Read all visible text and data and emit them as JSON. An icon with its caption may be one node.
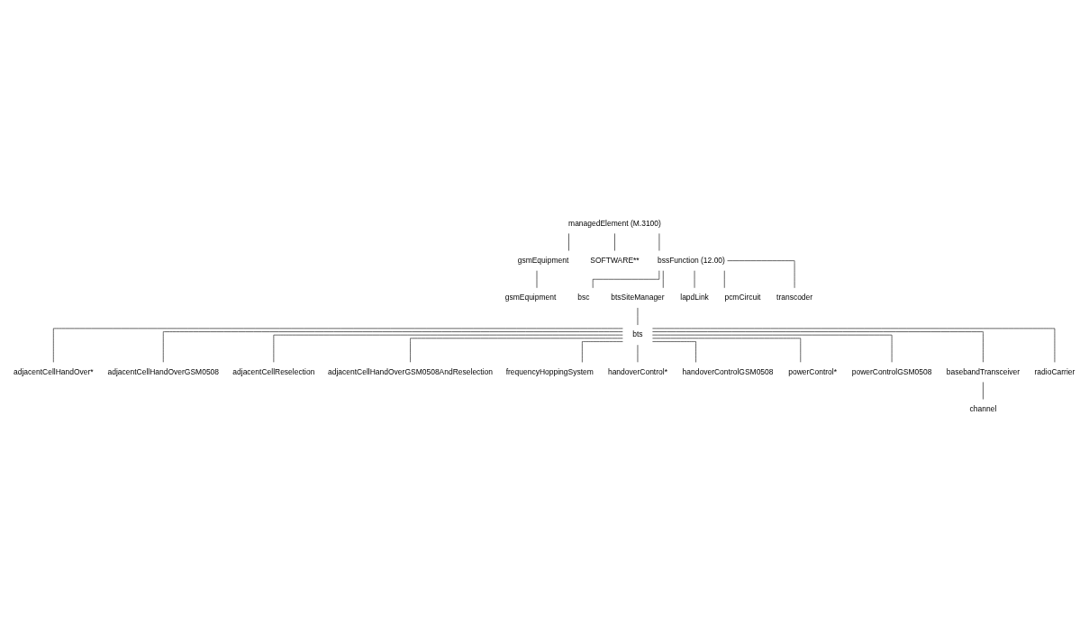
{
  "diagram": {
    "nodes": [
      {
        "text": [
          "managedElement (M.3100)"
        ]
      },
      {
        "text": [
          "gsmEquipment"
        ]
      },
      {
        "text": [
          "SOFTWARE**"
        ]
      },
      {
        "text": [
          "bssFunction (12.00)"
        ]
      },
      {
        "text": [
          "gsmEquipment"
        ]
      },
      {
        "text": [
          "bsc"
        ]
      },
      {
        "text": [
          "btsSiteManager"
        ]
      },
      {
        "text": [
          "lapdLink"
        ]
      },
      {
        "text": [
          "pcmCircuit"
        ]
      },
      {
        "text": [
          "transcoder"
        ]
      },
      {
        "text": [
          "bts"
        ]
      },
      {
        "text": [
          "adjacentCellHandOver*"
        ]
      },
      {
        "text": [
          "adjacentCellHandOverGSM0508"
        ]
      },
      {
        "text": [
          "adjacentCellReselection"
        ]
      },
      {
        "text": [
          "adjacentCellHandOverGSM0508AndReselection"
        ]
      },
      {
        "text": [
          "frequencyHoppingSystem"
        ]
      },
      {
        "text": [
          "handoverControl*"
        ]
      },
      {
        "text": [
          "handoverControlGSM0508"
        ]
      },
      {
        "text": [
          "powerControl*"
        ]
      },
      {
        "text": [
          "powerControlGSM0508"
        ]
      },
      {
        "text": [
          "basebandTransceiver"
        ]
      },
      {
        "text": [
          "channel"
        ]
      },
      {
        "text": [
          "radioCarrier"
        ]
      }
    ],
    "edges": [
      {
        "from": 0,
        "to": 1,
        "arrow": "none"
      },
      {
        "from": 0,
        "to": 2,
        "arrow": "none"
      },
      {
        "from": 0,
        "to": 3,
        "arrow": "none"
      },
      {
        "from": 1,
        "to": 4,
        "arrow": "none"
      },
      {
        "from": 3,
        "to": 5,
        "arrow": "none"
      },
      {
        "from": 3,
        "to": 6,
        "arrow": "none"
      },
      {
        "from": 3,
        "to": 7,
        "arrow": "none"
      },
      {
        "from": 3,
        "to": 8,
        "arrow": "none"
      },
      {
        "from": 3,
        "to": 9,
        "arrow": "none"
      },
      {
        "from": 6,
        "to": 10,
        "arrow": "none"
      },
      {
        "from": 10,
        "to": 11,
        "arrow": "none"
      },
      {
        "from": 10,
        "to": 12,
        "arrow": "none"
      },
      {
        "from": 10,
        "to": 13,
        "arrow": "none"
      },
      {
        "from": 10,
        "to": 14,
        "arrow": "none"
      },
      {
        "from": 10,
        "to": 15,
        "arrow": "none"
      },
      {
        "from": 10,
        "to": 16,
        "arrow": "none"
      },
      {
        "from": 10,
        "to": 17,
        "arrow": "none"
      },
      {
        "from": 10,
        "to": 18,
        "arrow": "none"
      },
      {
        "from": 10,
        "to": 19,
        "arrow": "none"
      },
      {
        "from": 10,
        "to": 20,
        "arrow": "none"
      },
      {
        "from": 10,
        "to": 22,
        "arrow": "none"
      },
      {
        "from": 20,
        "to": 21,
        "arrow": "none"
      }
    ]
  }
}
